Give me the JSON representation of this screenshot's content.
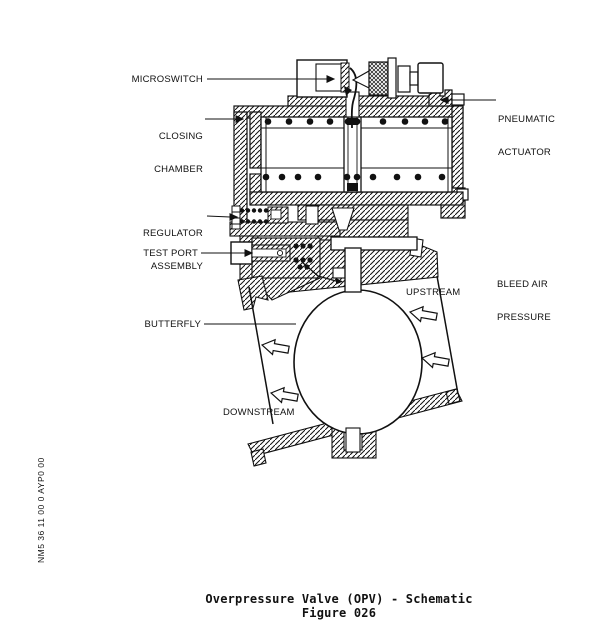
{
  "figure": {
    "caption": "Overpressure Valve (OPV) - Schematic",
    "figure_number": "Figure 026",
    "side_code": "NM5 36 11 00 0 AYP0 00"
  },
  "labels": {
    "microswitch": "MICROSWITCH",
    "closing_chamber": [
      "CLOSING",
      "CHAMBER"
    ],
    "pneumatic_actuator": [
      "PNEUMATIC",
      "ACTUATOR"
    ],
    "regulator_assembly": [
      "REGULATOR",
      "ASSEMBLY"
    ],
    "test_port": "TEST PORT",
    "bleed_air_pressure": [
      "BLEED AIR",
      "PRESSURE"
    ],
    "upstream": "UPSTREAM",
    "butterfly": "BUTTERFLY",
    "downstream": "DOWNSTREAM"
  },
  "colors": {
    "ink": "#111111",
    "background": "#ffffff"
  }
}
